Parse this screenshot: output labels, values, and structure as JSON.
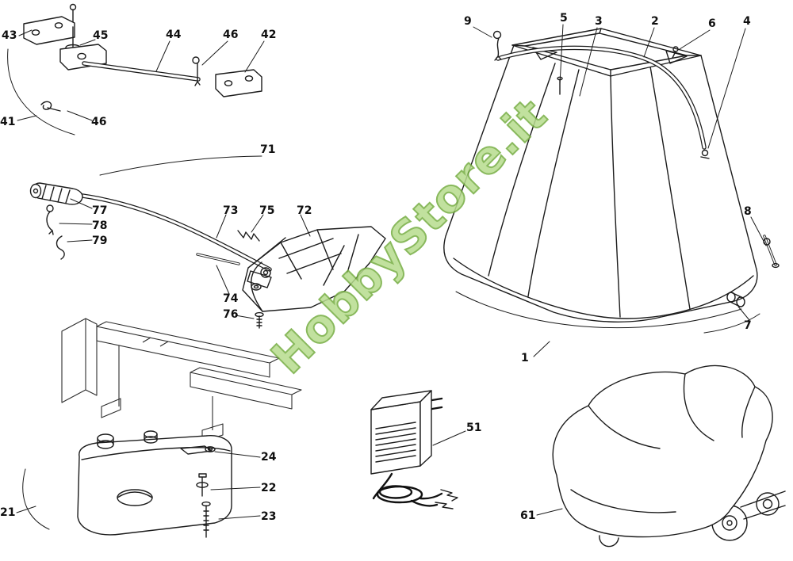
{
  "watermark": {
    "text": "HobbyStore.it",
    "color": "#7fb84e"
  },
  "labels": {
    "l43": "43",
    "l45": "45",
    "l44": "44",
    "l46a": "46",
    "l42": "42",
    "l41": "41",
    "l46b": "46",
    "l71": "71",
    "l77": "77",
    "l78": "78",
    "l79": "79",
    "l73": "73",
    "l75": "75",
    "l72": "72",
    "l74": "74",
    "l76": "76",
    "l21": "21",
    "l24": "24",
    "l22": "22",
    "l23": "23",
    "l9": "9",
    "l5": "5",
    "l3": "3",
    "l2": "2",
    "l6": "6",
    "l4": "4",
    "l8": "8",
    "l7": "7",
    "l1": "1",
    "l51": "51",
    "l61": "61"
  }
}
